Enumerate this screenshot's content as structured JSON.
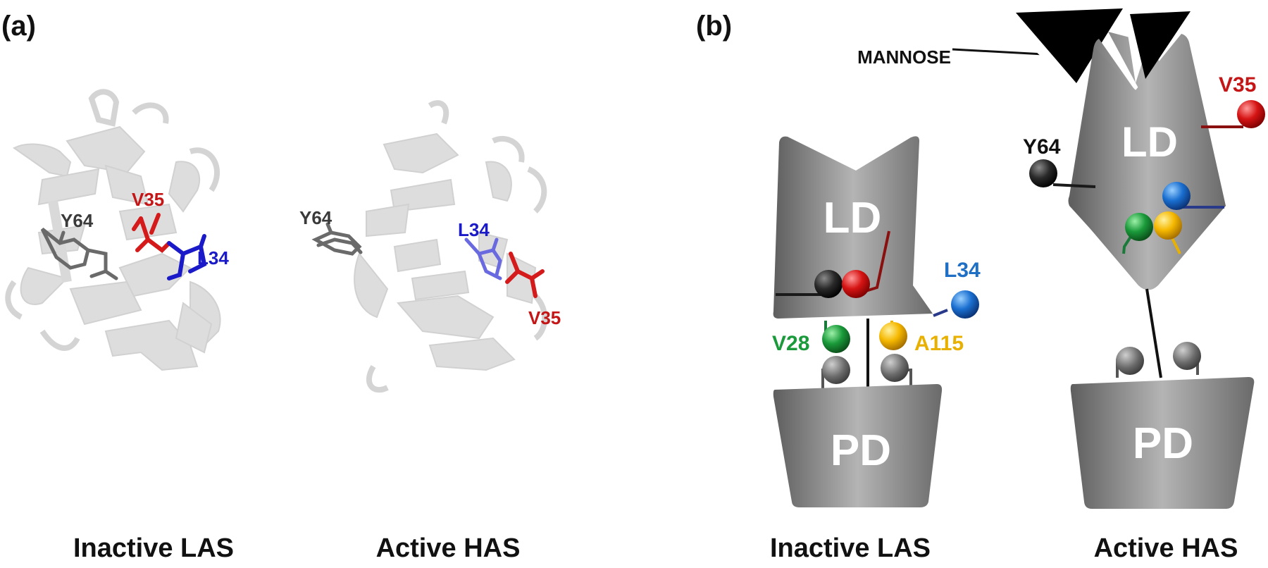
{
  "panel_a": {
    "tag": "(a)",
    "left_caption": "Inactive LAS",
    "right_caption": "Active HAS",
    "left_labels": {
      "y64": "Y64",
      "v35": "V35",
      "l34": "L34"
    },
    "right_labels": {
      "y64": "Y64",
      "l34": "L34",
      "v35": "V35"
    }
  },
  "panel_b": {
    "tag": "(b)",
    "left_caption": "Inactive LAS",
    "right_caption": "Active HAS",
    "mannose": "MANNOSE",
    "inactive": {
      "ld": "LD",
      "pd": "PD",
      "l34": "L34",
      "v28": "V28",
      "a115": "A115"
    },
    "active": {
      "ld": "LD",
      "pd": "PD",
      "v35": "V35",
      "y64": "Y64"
    }
  },
  "colors": {
    "y64": "#3a3a3a",
    "v35": "#c41616",
    "l34": "#1a1ac8",
    "l34_b": "#1f6fc4",
    "v28": "#1a9a3a",
    "a115": "#e8b000",
    "domain": "#8a8a8a"
  }
}
